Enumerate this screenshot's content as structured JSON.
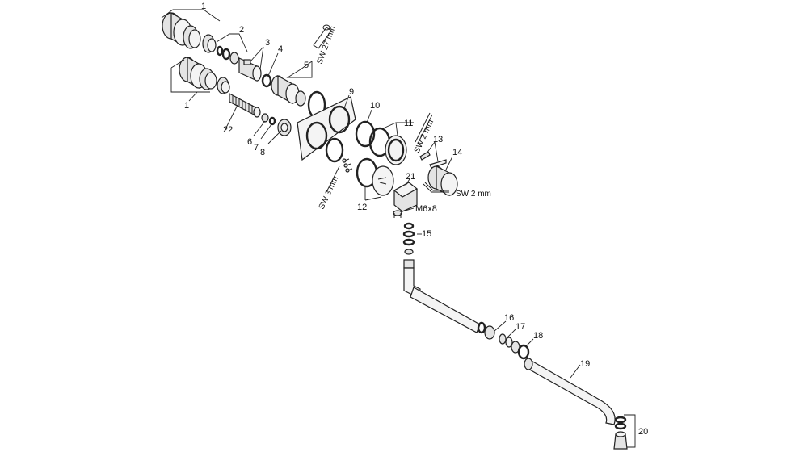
{
  "diagram": {
    "callouts": {
      "c1_top": "1",
      "c1_bottom": "1",
      "c2": "2",
      "c3": "3",
      "c4": "4",
      "c5": "5",
      "c6": "6",
      "c7": "7",
      "c8": "8",
      "c9": "9",
      "c10": "10",
      "c11": "11",
      "c12": "12",
      "c13": "13",
      "c14": "14",
      "c15": "15",
      "c16": "16",
      "c17": "17",
      "c18": "18",
      "c19": "19",
      "c20": "20",
      "c21": "21",
      "c22": "22"
    },
    "notes": {
      "sw27": "SW 27 mm",
      "sw2_upper": "SW 2 mm",
      "sw2_lower": "SW 2 mm",
      "sw3": "SW 3 mm",
      "m6x8": "M6x8"
    }
  }
}
